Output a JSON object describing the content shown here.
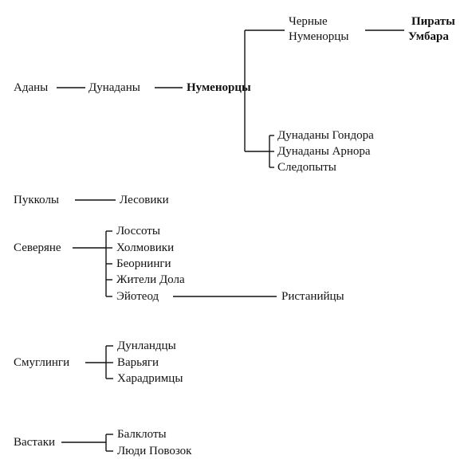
{
  "tree1": {
    "adany": "Аданы",
    "dunadany": "Дунаданы",
    "numenortsy": "Нуменорцы",
    "black_numenoreans_line1": "Черные",
    "black_numenoreans_line2": "Нуменорцы",
    "pirates_line1": "Пираты",
    "pirates_line2": "Умбара",
    "gondor": "Дунаданы Гондора",
    "arnor": "Дунаданы Арнора",
    "rangers": "Следопыты"
  },
  "tree2": {
    "pukkoly": "Пукколы",
    "lesoviki": "Лесовики"
  },
  "tree3": {
    "root": "Северяне",
    "children": [
      "Лоссоты",
      "Холмовики",
      "Беорнинги",
      "Жители Дола",
      "Эйотеод"
    ],
    "eotheod_child": "Ристанийцы"
  },
  "tree4": {
    "root": "Смуглинги",
    "children": [
      "Дунландцы",
      "Варьяги",
      "Харадримцы"
    ]
  },
  "tree5": {
    "root": "Вастаки",
    "children": [
      "Балклоты",
      "Люди Повозок"
    ]
  },
  "colors": {
    "ink": "#111111",
    "background": "#ffffff"
  }
}
